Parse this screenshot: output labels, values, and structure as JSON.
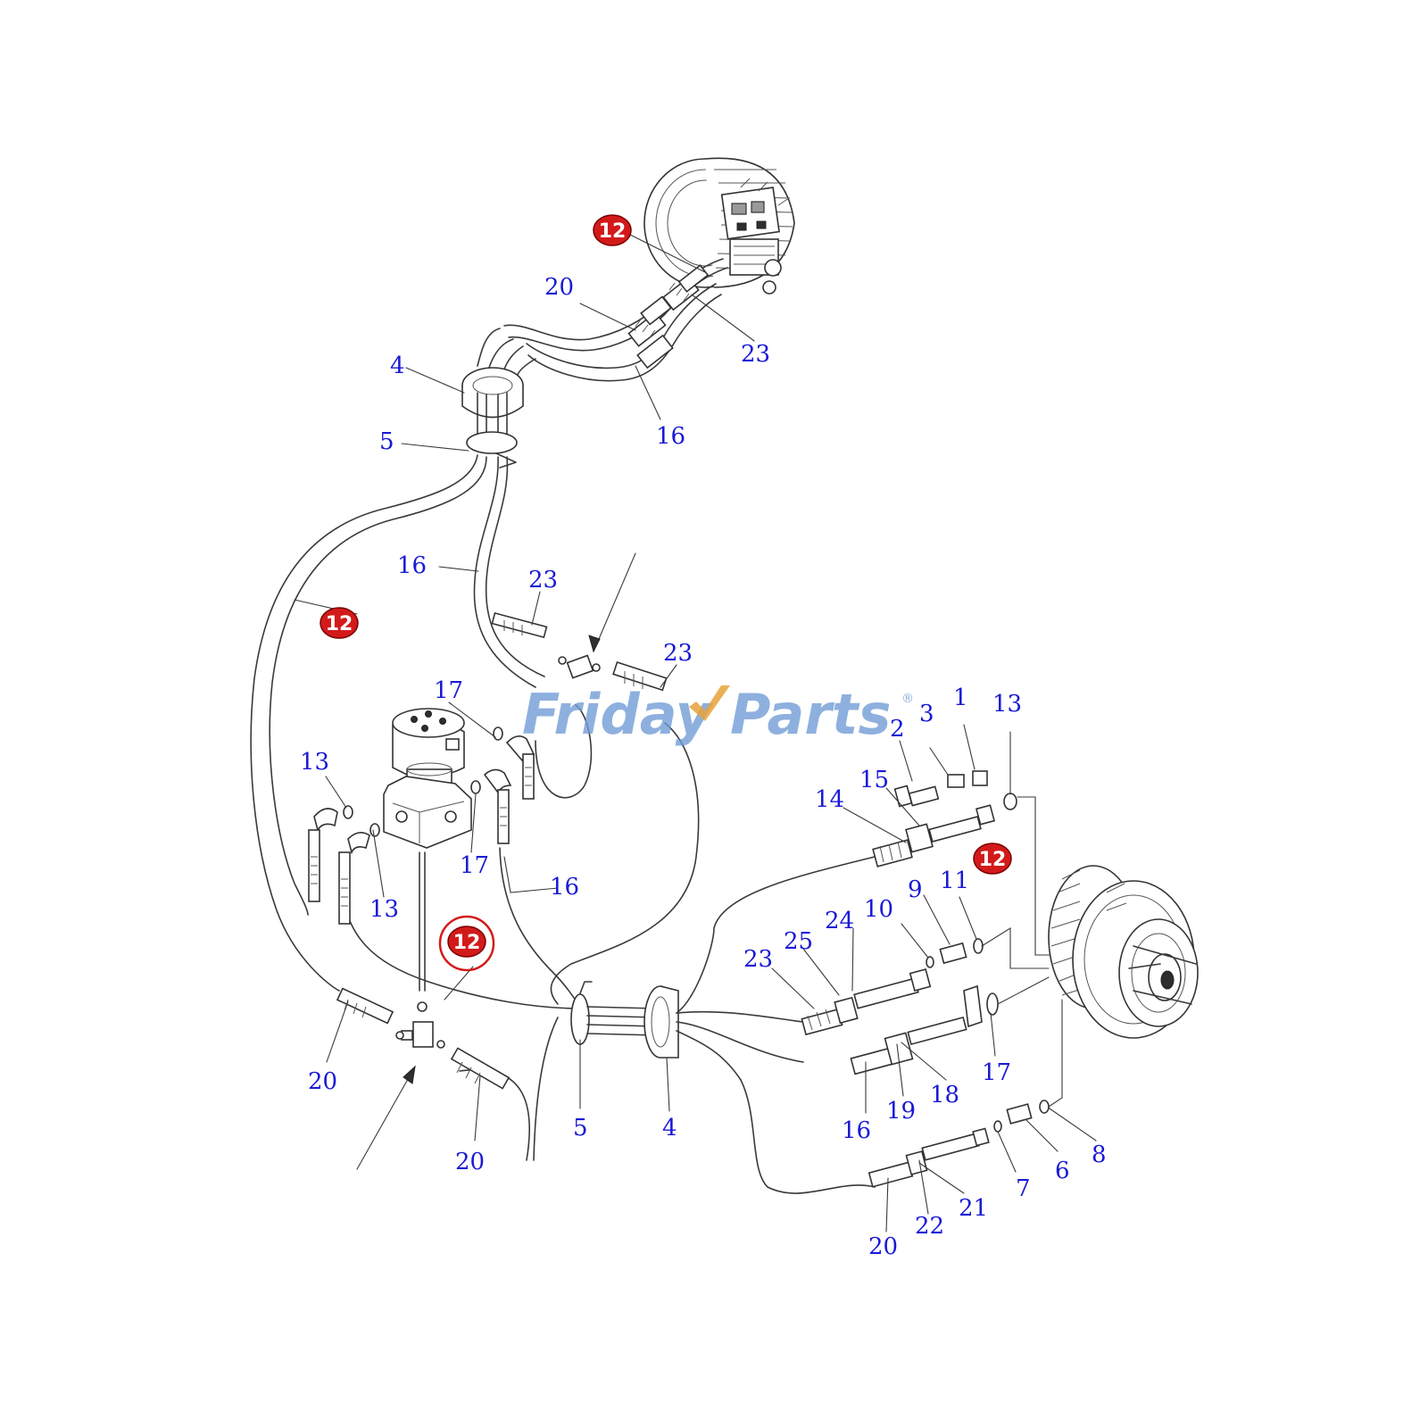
{
  "watermark": {
    "brand_left": "Friday",
    "brand_right": "Parts",
    "registered_mark": "®",
    "color": "#6f9bd6",
    "accent": "#e8a23a"
  },
  "colors": {
    "label": "#1a1ad6",
    "badge": "#d31a1a"
  },
  "labels": {
    "l20_top": "20",
    "l23_top": "23",
    "l4_top": "4",
    "l16_top": "16",
    "l5_top": "5",
    "l16_mid": "16",
    "l23_mid_a": "23",
    "l23_mid_b": "23",
    "l17_a": "17",
    "l13_a": "13",
    "l17_b": "17",
    "l13_b": "13",
    "l16_c": "16",
    "l20_bl": "20",
    "l20_bm": "20",
    "l5_bot": "5",
    "l4_bot": "4",
    "l2": "2",
    "l3": "3",
    "l1": "1",
    "l13_r": "13",
    "l15": "15",
    "l14": "14",
    "l11": "11",
    "l9": "9",
    "l10": "10",
    "l24": "24",
    "l25": "25",
    "l23_r": "23",
    "l17_r": "17",
    "l18": "18",
    "l19": "19",
    "l16_r": "16",
    "l8": "8",
    "l6": "6",
    "l7": "7",
    "l21": "21",
    "l22": "22",
    "l20_r": "20"
  },
  "badges": {
    "b12_top": "12",
    "b12_left": "12",
    "b12_right": "12",
    "b12_circled": "12"
  }
}
